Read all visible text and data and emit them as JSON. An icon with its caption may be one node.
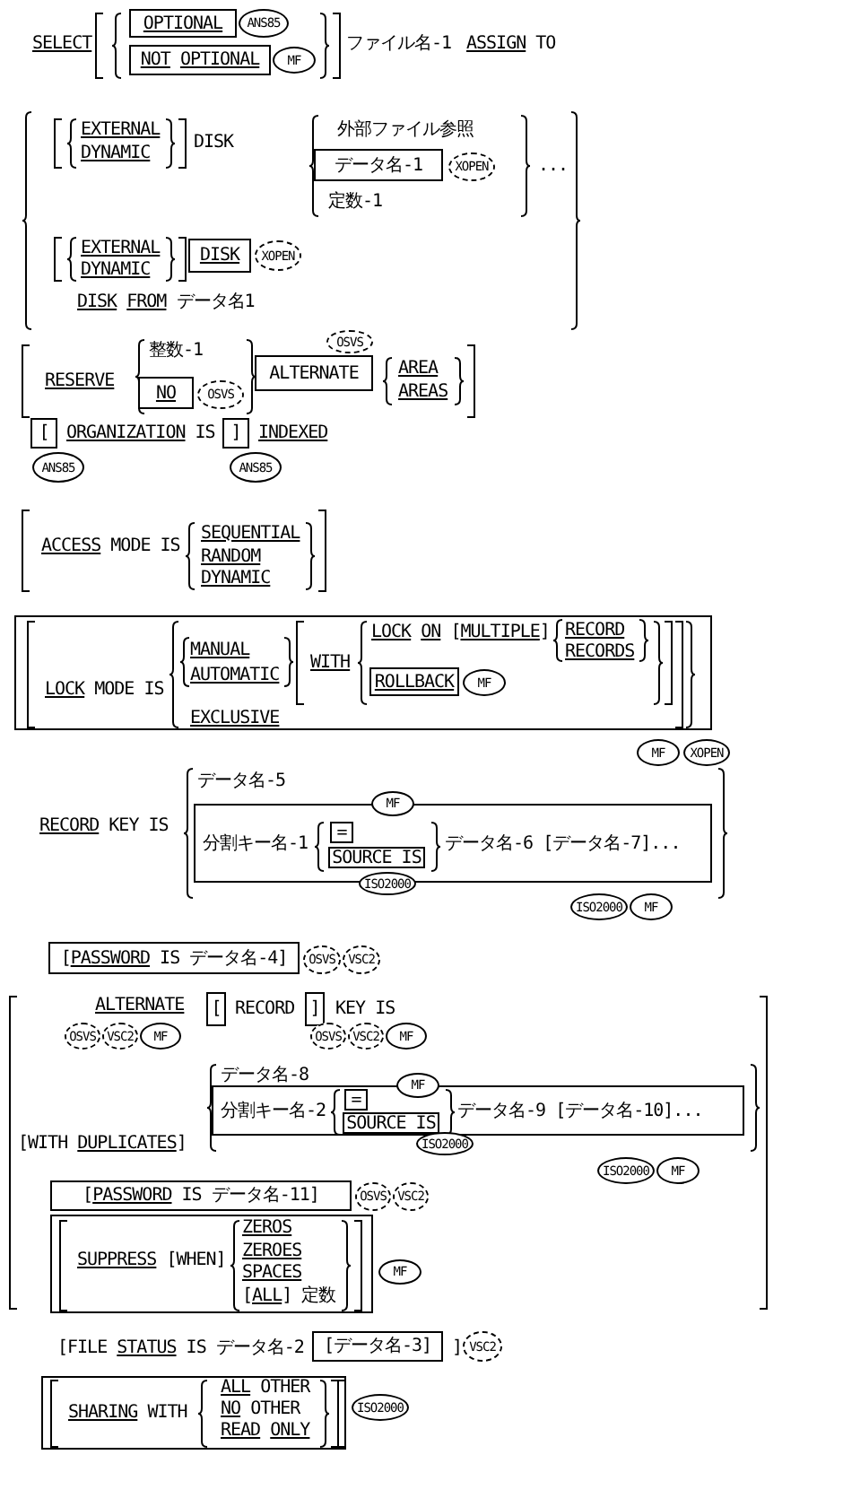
{
  "diagram": {
    "nodes": [
      {
        "text": [
          "OPTIONAL"
        ]
      },
      {
        "text": [
          "ANS85"
        ]
      },
      {
        "text": [
          "NOT OPTIONAL"
        ]
      },
      {
        "text": [
          "MF"
        ]
      },
      {
        "text": [
          "データ名-1"
        ]
      },
      {
        "text": [
          "XOPEN"
        ]
      },
      {
        "text": [
          "DISK"
        ]
      },
      {
        "text": [
          "XOPEN"
        ]
      },
      {
        "text": [
          "NO"
        ]
      },
      {
        "text": [
          "OSVS"
        ]
      },
      {
        "text": [
          "OSVS"
        ]
      },
      {
        "text": [
          "ALTERNATE"
        ]
      },
      {
        "text": [
          "["
        ]
      },
      {
        "text": [
          "ANS85"
        ]
      },
      {
        "text": [
          "]"
        ]
      },
      {
        "text": [
          "ANS85"
        ]
      },
      {
        "text": [
          "LOCK MODE IS",
          "MANUAL",
          "AUTOMATIC",
          "EXCLUSIVE",
          "WITH",
          "LOCK ON [MULTIPLE]",
          "RECORD",
          "RECORDS"
        ]
      },
      {
        "text": [
          "ROLLBACK"
        ],
        "in": 16
      },
      {
        "text": [
          "MF"
        ],
        "in": 16
      },
      {
        "text": [
          "MF"
        ]
      },
      {
        "text": [
          "XOPEN"
        ]
      },
      {
        "text": [
          "分割キー名-1",
          "データ名-6 [データ名-7]..."
        ]
      },
      {
        "text": [
          "MF"
        ]
      },
      {
        "text": [
          "="
        ],
        "in": 21
      },
      {
        "text": [
          "SOURCE IS"
        ],
        "in": 21
      },
      {
        "text": [
          "ISO2000"
        ]
      },
      {
        "text": [
          "ISO2000"
        ]
      },
      {
        "text": [
          "MF"
        ]
      },
      {
        "text": [
          "[PASSWORD IS データ名-4]"
        ]
      },
      {
        "text": [
          "OSVS"
        ]
      },
      {
        "text": [
          "VSC2"
        ]
      },
      {
        "text": [
          "["
        ]
      },
      {
        "text": [
          "]"
        ]
      },
      {
        "text": [
          "OSVS"
        ]
      },
      {
        "text": [
          "VSC2"
        ]
      },
      {
        "text": [
          "MF"
        ]
      },
      {
        "text": [
          "OSVS"
        ]
      },
      {
        "text": [
          "VSC2"
        ]
      },
      {
        "text": [
          "MF"
        ]
      },
      {
        "text": [
          "分割キー名-2",
          "データ名-9 [データ名-10]..."
        ]
      },
      {
        "text": [
          "MF"
        ]
      },
      {
        "text": [
          "="
        ],
        "in": 39
      },
      {
        "text": [
          "SOURCE IS"
        ],
        "in": 39
      },
      {
        "text": [
          "ISO2000"
        ]
      },
      {
        "text": [
          "ISO2000"
        ]
      },
      {
        "text": [
          "MF"
        ]
      },
      {
        "text": [
          "[PASSWORD IS データ名-11]"
        ]
      },
      {
        "text": [
          "OSVS"
        ]
      },
      {
        "text": [
          "VSC2"
        ]
      },
      {
        "text": [
          "SUPPRESS [WHEN]",
          "ZEROS",
          "ZEROES",
          "SPACES",
          "[ALL] 定数"
        ]
      },
      {
        "text": [
          "MF"
        ]
      },
      {
        "text": [
          "[データ名-3]"
        ]
      },
      {
        "text": [
          "VSC2"
        ]
      },
      {
        "text": [
          "SHARING WITH",
          "ALL OTHER",
          "NO OTHER",
          "READ ONLY"
        ]
      },
      {
        "text": [
          "ISO2000"
        ]
      }
    ],
    "labels": [
      "SELECT",
      "ファイル名-1",
      "ASSIGN TO",
      "EXTERNAL",
      "DYNAMIC",
      "DISK",
      "外部ファイル参照",
      "定数-1",
      "...",
      "EXTERNAL",
      "DYNAMIC",
      "DISK FROM データ名1",
      "RESERVE",
      "整数-1",
      "AREA",
      "AREAS",
      "ORGANIZATION IS",
      "INDEXED",
      "ACCESS MODE IS",
      "SEQUENTIAL",
      "RANDOM",
      "DYNAMIC",
      "データ名-5",
      "RECORD KEY IS",
      "ALTERNATE",
      "RECORD",
      "KEY IS",
      "データ名-8",
      "[WITH DUPLICATES]",
      "[FILE STATUS IS データ名-2",
      "]"
    ]
  }
}
